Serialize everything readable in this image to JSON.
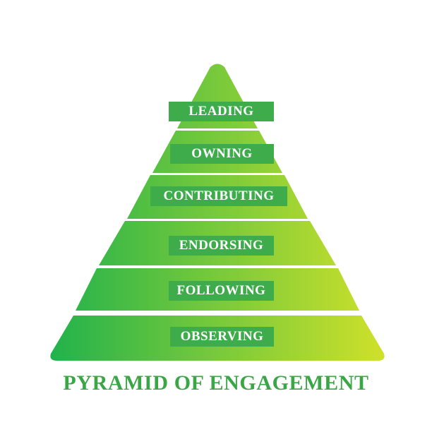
{
  "diagram": {
    "type": "pyramid",
    "gradient_colors": [
      "#22b24c",
      "#cfe12a"
    ],
    "label_bg_color": "#3fac4b",
    "title_color": "#3aa646",
    "tiers": [
      {
        "label": "LEADING"
      },
      {
        "label": "OWNING"
      },
      {
        "label": "CONTRIBUTING"
      },
      {
        "label": "ENDORSING"
      },
      {
        "label": "FOLLOWING"
      },
      {
        "label": "OBSERVING"
      }
    ],
    "title": "PYRAMID OF ENGAGEMENT"
  }
}
